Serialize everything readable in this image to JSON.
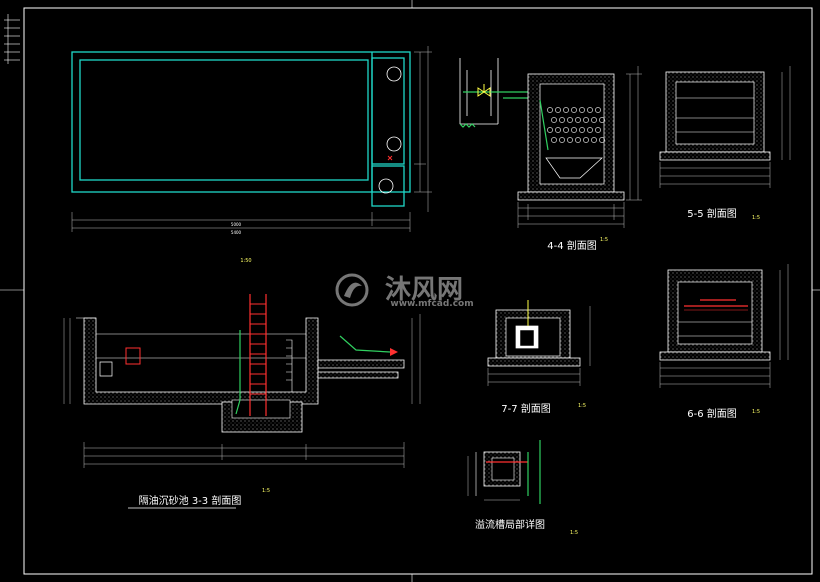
{
  "drawing": {
    "sections": {
      "s44": "4-4 剖面图",
      "s55": "5-5 剖面图",
      "s66": "6-6 剖面图",
      "s77": "7-7 剖面图",
      "s33": "隔油沉砂池  3-3 剖面图",
      "detail": "溢流槽局部详图"
    },
    "scales": {
      "plan": "1:50",
      "s33": "1:5",
      "s44": "1:5",
      "s55": "1:5",
      "s66": "1:5",
      "s77": "1:5",
      "detail": "1:5"
    },
    "watermark": {
      "brand": "沐风网",
      "url": "www.mfcad.com"
    }
  }
}
